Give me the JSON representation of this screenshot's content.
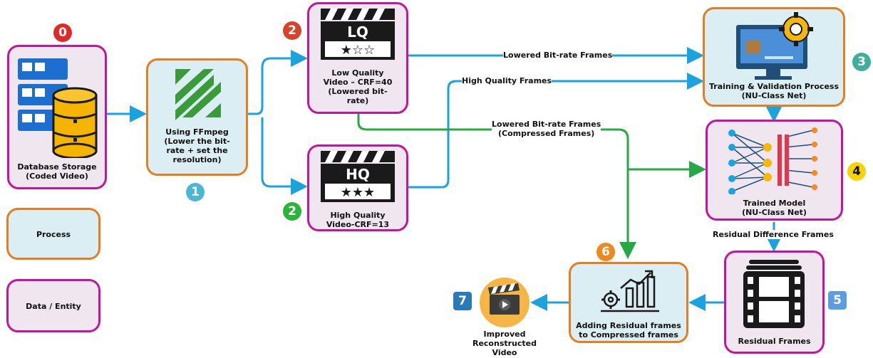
{
  "nodes": {
    "database": "Database Storage\n(Coded Video)",
    "ffmpeg": "Using FFmpeg\n(Lower the bit-\nrate + set the\nresolution)",
    "lq_video": "Low Quality\nVideo – CRF=40\n(Lowered bit-\nrate)",
    "hq_video": "High Quality\nVideo-CRF=13",
    "training": "Training & Validation Process\n(NU-Class Net)",
    "trained_model": "Trained Model\n(NU-Class Net)",
    "residual_frames": "Residual Frames",
    "adding": "Adding Residual frames\nto Compressed frames",
    "improved": "Improved\nReconstructed\nVideo"
  },
  "badges": {
    "b0": "0",
    "b1": "1",
    "b2a": "2",
    "b2b": "2",
    "b3": "3",
    "b4": "4",
    "b5": "5",
    "b6": "6",
    "b7": "7"
  },
  "icons": {
    "lq_text": "LQ",
    "hq_text": "HQ",
    "lq_stars": "★☆☆",
    "hq_stars": "★★★"
  },
  "edges": {
    "lowered_top": "Lowered Bit-rate Frames",
    "high_quality": "High Quality Frames",
    "lowered_compressed": "Lowered Bit-rate Frames\n(Compressed Frames)",
    "residual_diff": "Residual Difference Frames"
  },
  "legend": {
    "process": "Process",
    "data": "Data / Entity"
  },
  "colors": {
    "data_border": "#c3169a",
    "process_border": "#e57e22",
    "blue_arrow": "#1ba3e0",
    "green_arrow": "#25a845"
  }
}
